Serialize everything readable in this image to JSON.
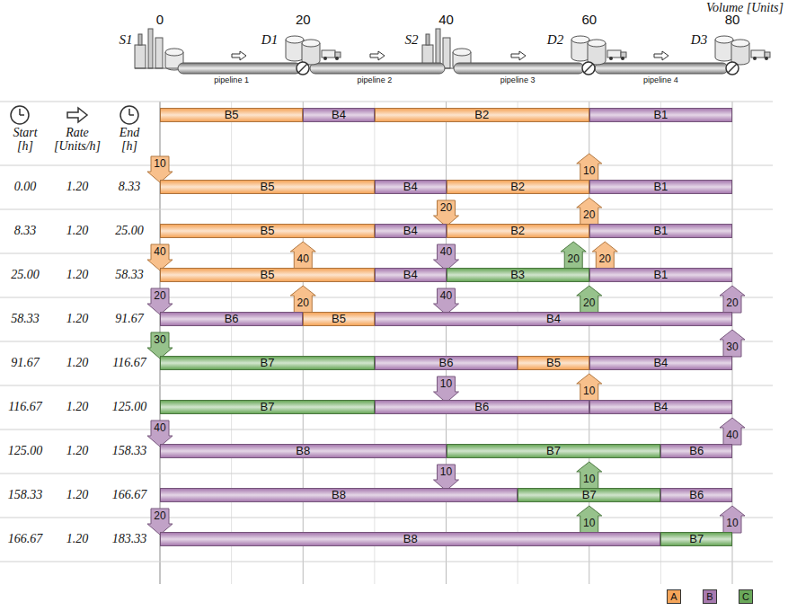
{
  "diagram": {
    "nodes": [
      {
        "text": [
          "B5"
        ]
      },
      {
        "text": [
          "B4"
        ]
      },
      {
        "text": [
          "B2"
        ]
      },
      {
        "text": [
          "B1"
        ]
      },
      {
        "text": [
          "B5"
        ]
      },
      {
        "text": [
          "B4"
        ]
      },
      {
        "text": [
          "B2"
        ]
      },
      {
        "text": [
          "B1"
        ]
      },
      {
        "text": [
          "B5"
        ]
      },
      {
        "text": [
          "B4"
        ]
      },
      {
        "text": [
          "B2"
        ]
      },
      {
        "text": [
          "B1"
        ]
      },
      {
        "text": [
          "B5"
        ]
      },
      {
        "text": [
          "B4"
        ]
      },
      {
        "text": [
          "B3"
        ]
      },
      {
        "text": [
          "B1"
        ]
      },
      {
        "text": [
          "B6"
        ]
      },
      {
        "text": [
          "B5"
        ]
      },
      {
        "text": [
          "B4"
        ]
      },
      {
        "text": [
          "B7"
        ]
      },
      {
        "text": [
          "B6"
        ]
      },
      {
        "text": [
          "B5"
        ]
      },
      {
        "text": [
          "B4"
        ]
      },
      {
        "text": [
          "B7"
        ]
      },
      {
        "text": [
          "B6"
        ]
      },
      {
        "text": [
          "B4"
        ]
      },
      {
        "text": [
          "B8"
        ]
      },
      {
        "text": [
          "B7"
        ]
      },
      {
        "text": [
          "B6"
        ]
      },
      {
        "text": [
          "B8"
        ]
      },
      {
        "text": [
          "B7"
        ]
      },
      {
        "text": [
          "B6"
        ]
      },
      {
        "text": [
          "B8"
        ]
      },
      {
        "text": [
          "B7"
        ]
      }
    ],
    "labels": [
      "Volume [Units]",
      "0",
      "20",
      "40",
      "60",
      "80",
      "S1",
      "D1",
      "S2",
      "D2",
      "D3",
      "pipeline 1",
      "pipeline 2",
      "pipeline 3",
      "pipeline 4",
      "Start [h]",
      "Rate [Units/h]",
      "End [h]",
      "0.00",
      "1.20",
      "8.33",
      "10",
      "10",
      "8.33",
      "1.20",
      "25.00",
      "20",
      "20",
      "25.00",
      "1.20",
      "58.33",
      "40",
      "40",
      "40",
      "20",
      "20",
      "58.33",
      "1.20",
      "91.67",
      "20",
      "20",
      "40",
      "20",
      "20",
      "91.67",
      "1.20",
      "116.67",
      "30",
      "30",
      "116.67",
      "1.20",
      "125.00",
      "10",
      "10",
      "125.00",
      "1.20",
      "158.33",
      "40",
      "40",
      "158.33",
      "1.20",
      "166.67",
      "10",
      "10",
      "166.67",
      "1.20",
      "183.33",
      "20",
      "10",
      "10"
    ],
    "legend": [
      {
        "text": "A",
        "color": "#f5a55a"
      },
      {
        "text": "B",
        "color": "#a77aaf"
      },
      {
        "text": "C",
        "color": "#6aa85a"
      }
    ]
  }
}
